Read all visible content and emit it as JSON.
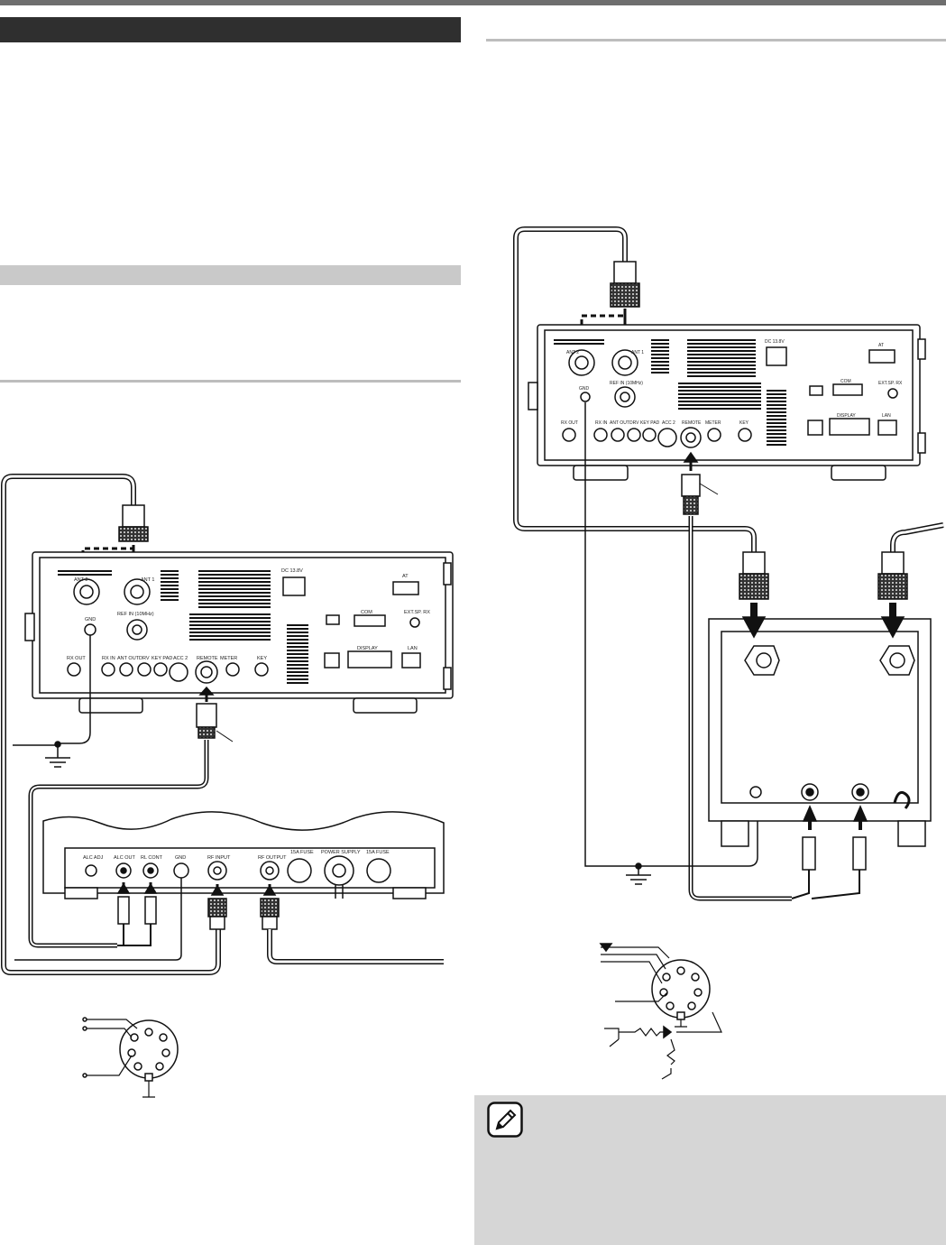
{
  "page": {
    "background": "#ffffff",
    "section_bar_dark": "#2f2f2f",
    "section_bar_gray": "#c9c9c9",
    "note_background": "#d6d6d6"
  },
  "left_diagram": {
    "transceiver_labels": {
      "ant2": "ANT 2",
      "ant1": "ANT 1",
      "dc": "DC 13.8V",
      "ref_in": "REF IN (10MHz)",
      "at": "AT",
      "com": "COM",
      "ext_sp": "EXT.SP. RX",
      "display": "DISPLAY",
      "lan": "LAN",
      "gnd": "GND",
      "rx_out": "RX OUT",
      "rx_in": "RX IN",
      "ant_out": "ANT OUT",
      "drv": "DRV",
      "key_pad": "KEY PAD",
      "acc2": "ACC 2",
      "remote": "REMOTE",
      "meter": "METER",
      "key": "KEY"
    },
    "amplifier_labels": {
      "alc_adj": "ALC ADJ",
      "alc_out": "ALC OUT",
      "rl_cont": "RL CONT",
      "gnd": "GND",
      "rf_input": "RF INPUT",
      "rf_output": "RF OUTPUT",
      "fuse_left": "15A FUSE",
      "power_supply": "POWER SUPPLY",
      "fuse_right": "15A FUSE"
    }
  },
  "right_diagram": {
    "transceiver_labels": {
      "ant2": "ANT 2",
      "ant1": "ANT 1",
      "dc": "DC 13.8V",
      "ref_in": "REF IN (10MHz)",
      "at": "AT",
      "com": "COM",
      "ext_sp": "EXT.SP. RX",
      "display": "DISPLAY",
      "lan": "LAN",
      "gnd": "GND",
      "rx_out": "RX OUT",
      "rx_in": "RX IN",
      "ant_out": "ANT OUT",
      "drv": "DRV",
      "key_pad": "KEY PAD",
      "acc2": "ACC 2",
      "remote": "REMOTE",
      "meter": "METER",
      "key": "KEY"
    }
  },
  "icons": {
    "note": "pencil-icon"
  }
}
